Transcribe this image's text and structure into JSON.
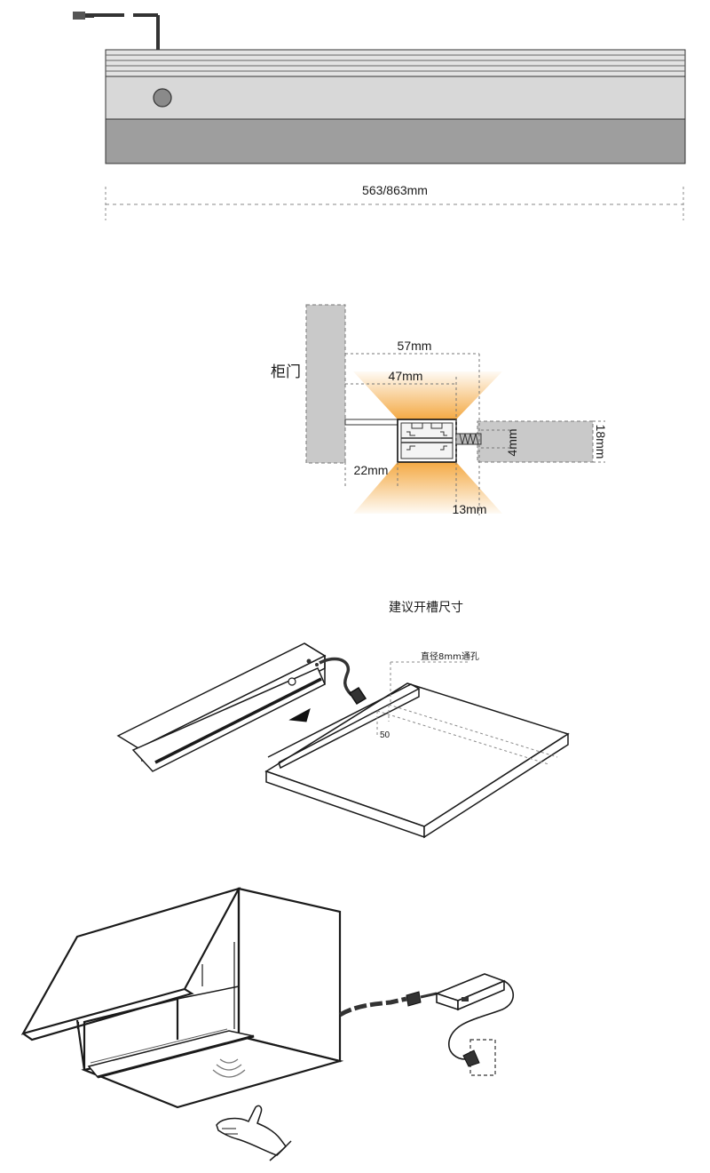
{
  "colors": {
    "profile_light": "#dcdcdc",
    "profile_mid": "#c8c8c8",
    "profile_dark": "#9b9b9b",
    "board_gray": "#c9c9c9",
    "glow_orange": "#f3a53a",
    "line": "#1a1a1a",
    "dash": "#8a8a8a"
  },
  "section1": {
    "length_label": "563/863mm"
  },
  "section2": {
    "door_label": "柜门",
    "width_outer": "57mm",
    "width_inner": "47mm",
    "board_thickness": "18mm",
    "screw_depth": "4mm",
    "bottom_left": "22mm",
    "bottom_right": "13mm"
  },
  "section3": {
    "title": "建议开槽尺寸",
    "hole_label": "直径8mm通孔",
    "offset_label": "50"
  },
  "section4": {
    "icons": [
      "cabinet-icon",
      "sensor-wave-icon",
      "hand-icon",
      "power-adapter-icon",
      "wall-socket-icon"
    ]
  }
}
